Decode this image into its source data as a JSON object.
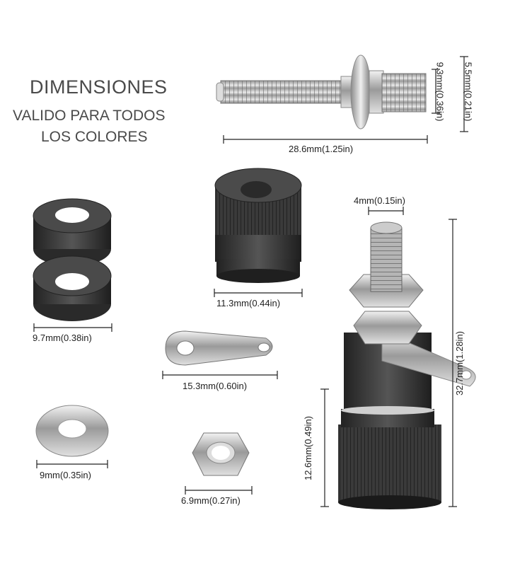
{
  "heading": {
    "title": "DIMENSIONES",
    "line1": "VALIDO PARA TODOS",
    "line2": "LOS COLORES"
  },
  "dimensions": {
    "screw_length": "28.6mm(1.25in)",
    "screw_thread_dia": "9.3mm(0.36in)",
    "screw_head_dia": "5.5mm(0.21in)",
    "cap_dia": "11.3mm(0.44in)",
    "washer_ring_dia": "9.7mm(0.38in)",
    "lug_length": "15.3mm(0.60in)",
    "flat_washer_dia": "9mm(0.35in)",
    "nut_dia": "6.9mm(0.27in)",
    "post_thread_dia": "4mm(0.15in)",
    "post_total_height": "32.7mm(1.28in)",
    "post_body_height": "12.6mm(0.49in)"
  },
  "colors": {
    "body": "#3a3a3a",
    "metal": "#b8b8b8",
    "line": "#222222"
  }
}
